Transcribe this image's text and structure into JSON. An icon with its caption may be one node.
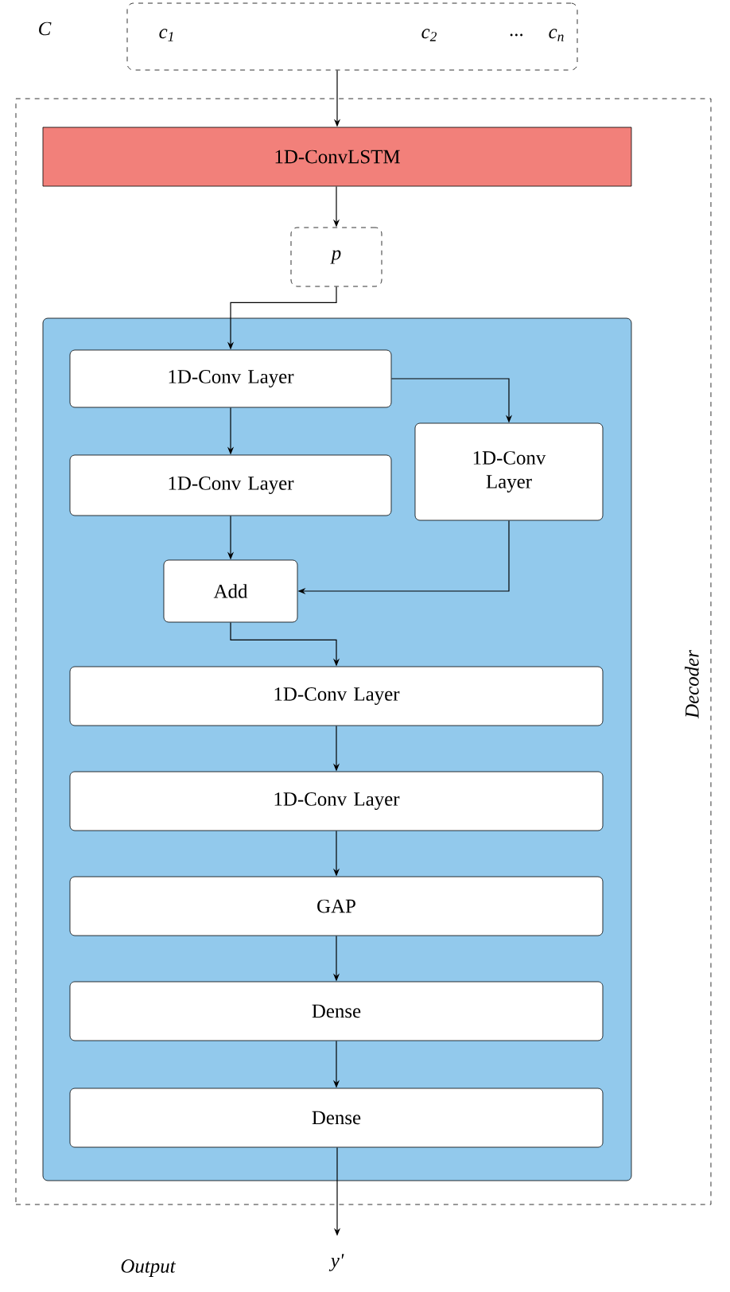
{
  "diagram": {
    "nodes": [
      {
        "text": [
          "c$_{1}$",
          "c$_{2}$",
          "...",
          "c$_{n}$"
        ],
        "beside": [
          "C"
        ]
      },
      {
        "text": [
          "Decoder"
        ]
      },
      {
        "text": [
          "1D-ConvLSTM"
        ],
        "in": 1
      },
      {
        "text": [
          "p"
        ],
        "in": 1
      },
      {
        "text": [],
        "shape": "box",
        "in": 1
      },
      {
        "text": [
          "1D-Conv Layer"
        ],
        "in": 4
      },
      {
        "text": [
          "1D-Conv Layer"
        ],
        "in": 4
      },
      {
        "text": [
          "1D-Conv Layer"
        ],
        "in": 4
      },
      {
        "text": [
          "Add"
        ],
        "in": 4
      },
      {
        "text": [
          "1D-Conv Layer"
        ],
        "in": 4
      },
      {
        "text": [
          "1D-Conv Layer"
        ],
        "in": 4
      },
      {
        "text": [
          "GAP"
        ],
        "in": 4
      },
      {
        "text": [
          "Dense"
        ],
        "in": 4
      },
      {
        "text": [
          "Dense"
        ],
        "in": 4
      },
      {
        "text": [
          "y'"
        ]
      }
    ],
    "edges": [
      {
        "from": 0,
        "to": 2,
        "arrow": "to"
      },
      {
        "from": 2,
        "to": 3,
        "arrow": "to"
      },
      {
        "from": 3,
        "to": 5,
        "arrow": "to"
      },
      {
        "from": 5,
        "to": 7,
        "arrow": "to"
      },
      {
        "from": 5,
        "to": 6,
        "arrow": "to"
      },
      {
        "from": 7,
        "to": 8,
        "arrow": "to"
      },
      {
        "from": 6,
        "to": 8,
        "arrow": "to"
      },
      {
        "from": 8,
        "to": 9,
        "arrow": "to"
      },
      {
        "from": 9,
        "to": 10,
        "arrow": "to"
      },
      {
        "from": 10,
        "to": 11,
        "arrow": "to"
      },
      {
        "from": 11,
        "to": 12,
        "arrow": "to"
      },
      {
        "from": 12,
        "to": 13,
        "arrow": "to"
      },
      {
        "from": 13,
        "to": 14,
        "arrow": "to"
      }
    ],
    "labels": [
      "Output"
    ]
  }
}
